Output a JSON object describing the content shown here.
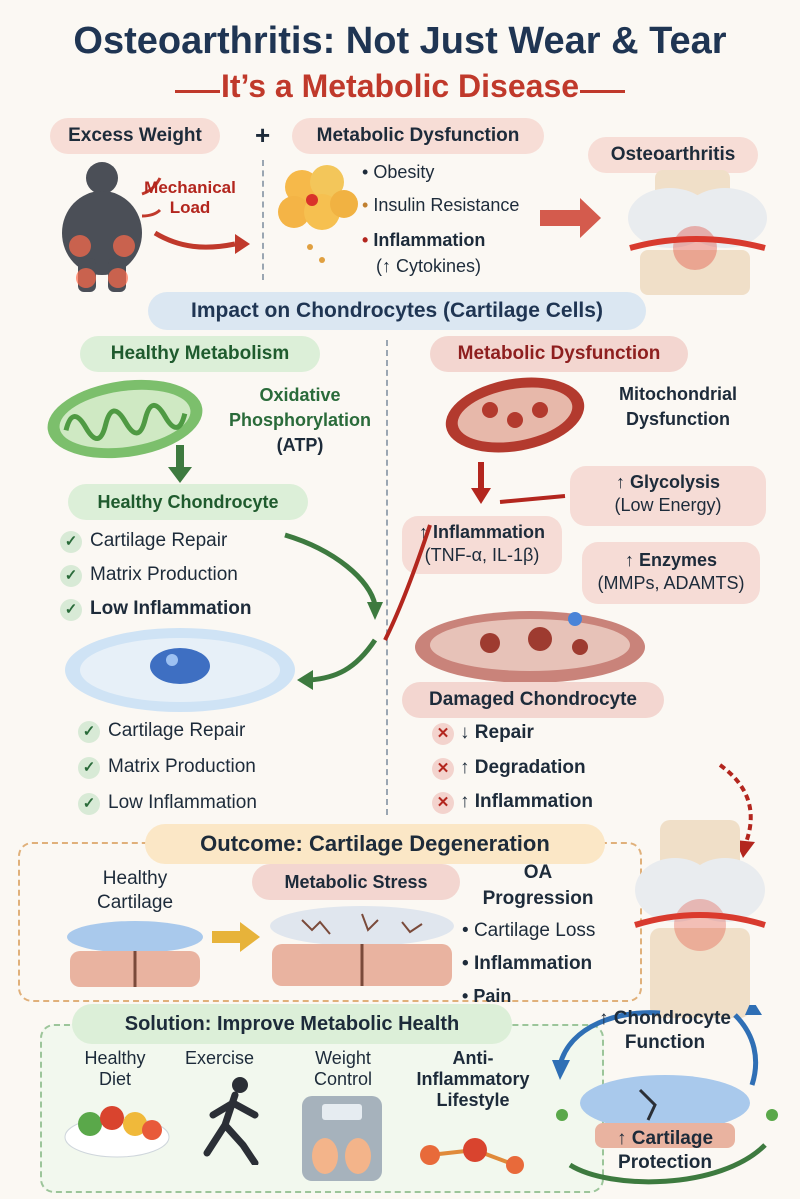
{
  "title": "Osteoarthritis: Not Just Wear & Tear",
  "subtitle": "It’s a Metabolic Disease",
  "top": {
    "excess_weight": "Excess Weight",
    "plus": "+",
    "mechanical_load": [
      "Mechanical",
      "Load"
    ],
    "metabolic_dysfunction": "Metabolic Dysfunction",
    "bullets": [
      "Obesity",
      "Insulin Resistance",
      "Inflammation",
      "(↑ Cytokines)"
    ],
    "osteoarthritis": "Osteoarthritis"
  },
  "impact_title": "Impact on Chondrocytes (Cartilage Cells)",
  "healthy": {
    "header": "Healthy Metabolism",
    "oxphos": [
      "Oxidative",
      "Phosphorylation",
      "(ATP)"
    ],
    "chondrocyte": "Healthy Chondrocyte",
    "checks_top": [
      "Cartilage Repair",
      "Matrix Production",
      "Low Inflammation"
    ],
    "checks_bottom": [
      "Cartilage Repair",
      "Matrix Production",
      "Low Inflammation"
    ]
  },
  "dysfunction": {
    "header": "Metabolic Dysfunction",
    "mito": [
      "Mitochondrial",
      "Dysfunction"
    ],
    "glycolysis": [
      "↑ Glycolysis",
      "(Low Energy)"
    ],
    "inflammation": [
      "↑ Inflammation",
      "(TNF-α, IL-1β)"
    ],
    "enzymes": [
      "↑ Enzymes",
      "(MMPs, ADAMTS)"
    ],
    "damaged": "Damaged Chondrocyte",
    "effects": [
      "↓ Repair",
      "↑ Degradation",
      "↑ Inflammation"
    ]
  },
  "outcome": {
    "title": "Outcome:  Cartilage Degeneration",
    "healthy_cartilage": [
      "Healthy",
      "Cartilage"
    ],
    "metabolic_stress": "Metabolic Stress",
    "oa_progression": [
      "OA",
      "Progression"
    ],
    "items": [
      "Cartilage Loss",
      "Inflammation",
      "Pain"
    ]
  },
  "solution": {
    "title": "Solution: Improve Metabolic Health",
    "items": [
      {
        "label": [
          "Healthy",
          "Diet"
        ]
      },
      {
        "label": [
          "Exercise"
        ]
      },
      {
        "label": [
          "Weight",
          "Control"
        ]
      },
      {
        "label": [
          "Anti-",
          "Inflammatory",
          "Lifestyle"
        ]
      }
    ],
    "chondrocyte_function": [
      "↑ Chondrocyte",
      "Function"
    ],
    "cartilage_protection": [
      "↑ Cartilage",
      "Protection"
    ]
  },
  "colors": {
    "navy": "#1f3553",
    "red": "#c0392b",
    "green": "#2a6b3a",
    "cream": "#fbf8f3"
  }
}
